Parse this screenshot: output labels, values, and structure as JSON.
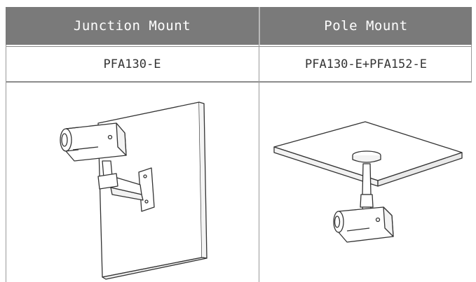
{
  "table": {
    "headers": [
      "Junction  Mount",
      "Pole Mount"
    ],
    "models": [
      "PFA130-E",
      "PFA130-E+PFA152-E"
    ]
  },
  "illustrations": {
    "left": "junction-mount-camera-illustration",
    "right": "pole-mount-camera-illustration"
  }
}
